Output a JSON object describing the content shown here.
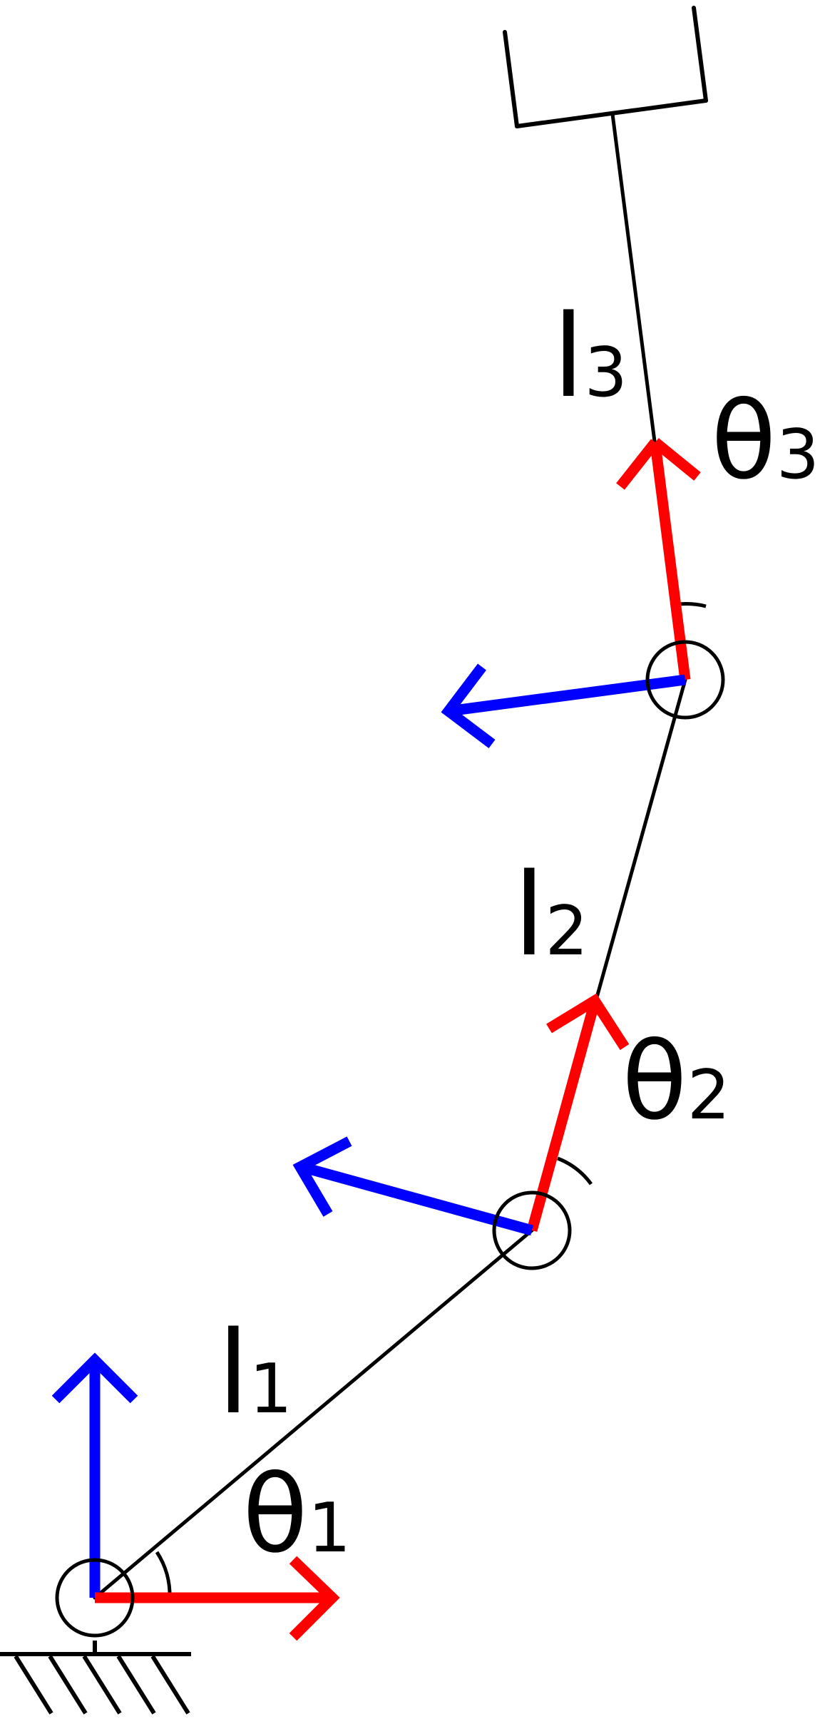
{
  "colors": {
    "background": "#ffffff",
    "link": "#000000",
    "x_axis": "#ff0000",
    "y_axis": "#0000ff"
  },
  "labels": {
    "l1": {
      "base": "l",
      "sub": "1"
    },
    "l2": {
      "base": "l",
      "sub": "2"
    },
    "l3": {
      "base": "l",
      "sub": "3"
    },
    "theta1": {
      "base": "θ",
      "sub": "1"
    },
    "theta2": {
      "base": "θ",
      "sub": "2"
    },
    "theta3": {
      "base": "θ",
      "sub": "3"
    }
  }
}
